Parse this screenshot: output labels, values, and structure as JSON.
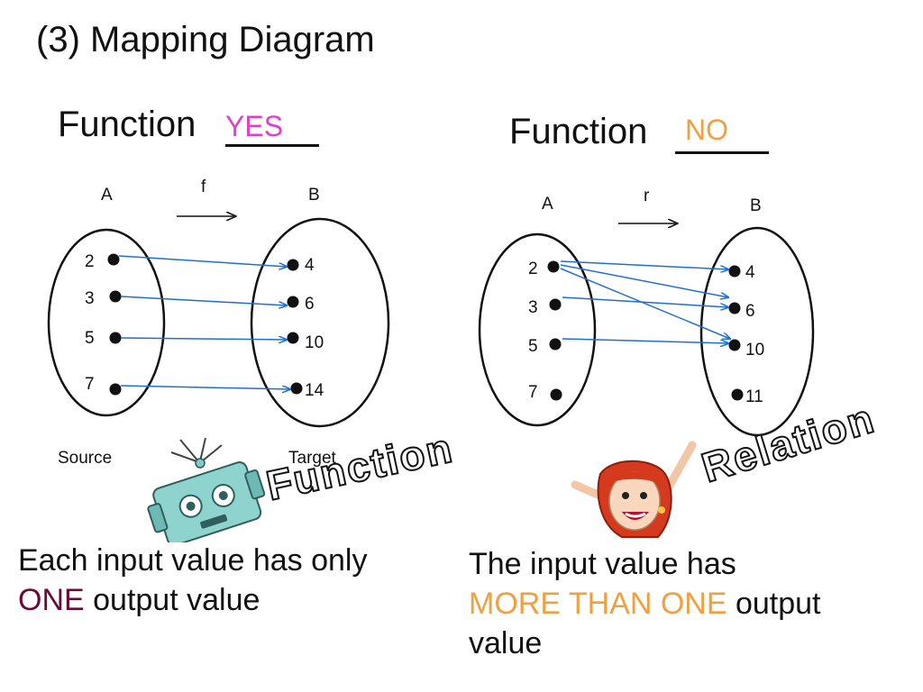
{
  "title": "(3) Mapping Diagram",
  "left": {
    "heading": "Function ____",
    "answer": "YES",
    "answer_color": "#e040c8",
    "set_a_label": "A",
    "set_b_label": "B",
    "map_label": "f",
    "domain": [
      "2",
      "3",
      "5",
      "7"
    ],
    "range": [
      "4",
      "6",
      "10",
      "14"
    ],
    "source_label": "Source",
    "target_label": "Target",
    "wordart": "Function",
    "caption_line1": "Each input value has only",
    "caption_emph": "ONE",
    "caption_rest": " output value",
    "emph_color": "#6b0a3a"
  },
  "right": {
    "heading": "Function ____",
    "answer": "NO",
    "answer_color": "#f0a040",
    "set_a_label": "A",
    "set_b_label": "B",
    "map_label": "r",
    "domain": [
      "2",
      "3",
      "5",
      "7"
    ],
    "range": [
      "4",
      "6",
      "10",
      "11"
    ],
    "wordart": "Relation",
    "caption_line1": "The input value has",
    "caption_emph": "MORE THAN ONE",
    "caption_rest": " output",
    "caption_line3": "value",
    "emph_color": "#f0a040"
  },
  "colors": {
    "arrow": "#1f6fd1",
    "ink": "#111111"
  },
  "icons": [
    "robot-icon",
    "girl-icon"
  ]
}
